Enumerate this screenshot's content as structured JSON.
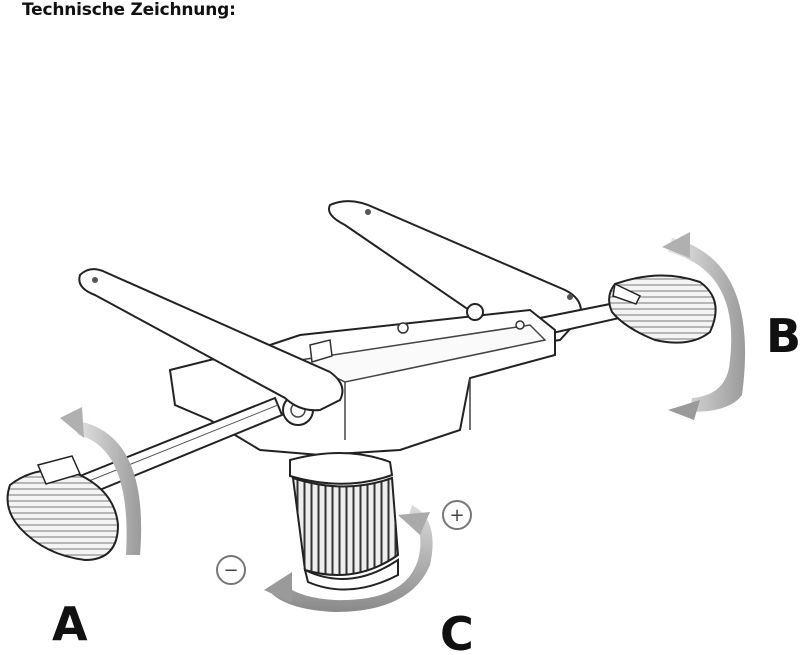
{
  "title": "Technische Zeichnung:",
  "labels": {
    "a": "A",
    "b": "B",
    "c": "C"
  },
  "signs": {
    "minus": "−",
    "plus": "+"
  }
}
